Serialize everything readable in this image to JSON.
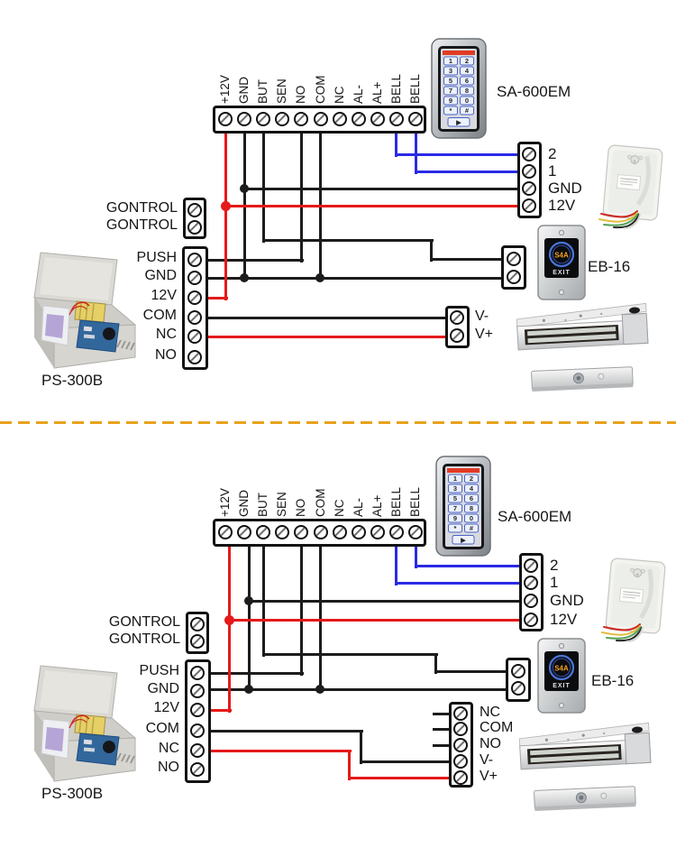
{
  "colors": {
    "wire_black": "#1c1c1c",
    "wire_red": "#e51a1a",
    "wire_blue": "#2a2ae6",
    "separator": "#e6a31e",
    "text": "#161616"
  },
  "labels": {
    "strip": [
      "+12V",
      "GND",
      "BUT",
      "SEN",
      "NO",
      "COM",
      "NC",
      "AL-",
      "AL+",
      "BELL",
      "BELL"
    ],
    "controller": [
      "GONTROL",
      "GONTROL"
    ],
    "psu": [
      "PUSH",
      "GND",
      "12V",
      "COM",
      "NC",
      "NO"
    ],
    "bell_block": [
      "2",
      "1",
      "GND",
      "12V"
    ],
    "lock_block_simple": [
      "V-",
      "V+"
    ],
    "lock_block_full": [
      "NC",
      "COM",
      "NO",
      "V-",
      "V+"
    ],
    "keypad_name": "SA-600EM",
    "exit_name": "EB-16",
    "psu_name": "PS-300B"
  },
  "keypad": {
    "keys": [
      "1",
      "2",
      "3",
      "4",
      "5",
      "6",
      "7",
      "8",
      "9",
      "0",
      "*",
      "#"
    ],
    "function_key": "▶"
  },
  "exit_button": {
    "brand": "S4A",
    "text": "EXIT"
  }
}
